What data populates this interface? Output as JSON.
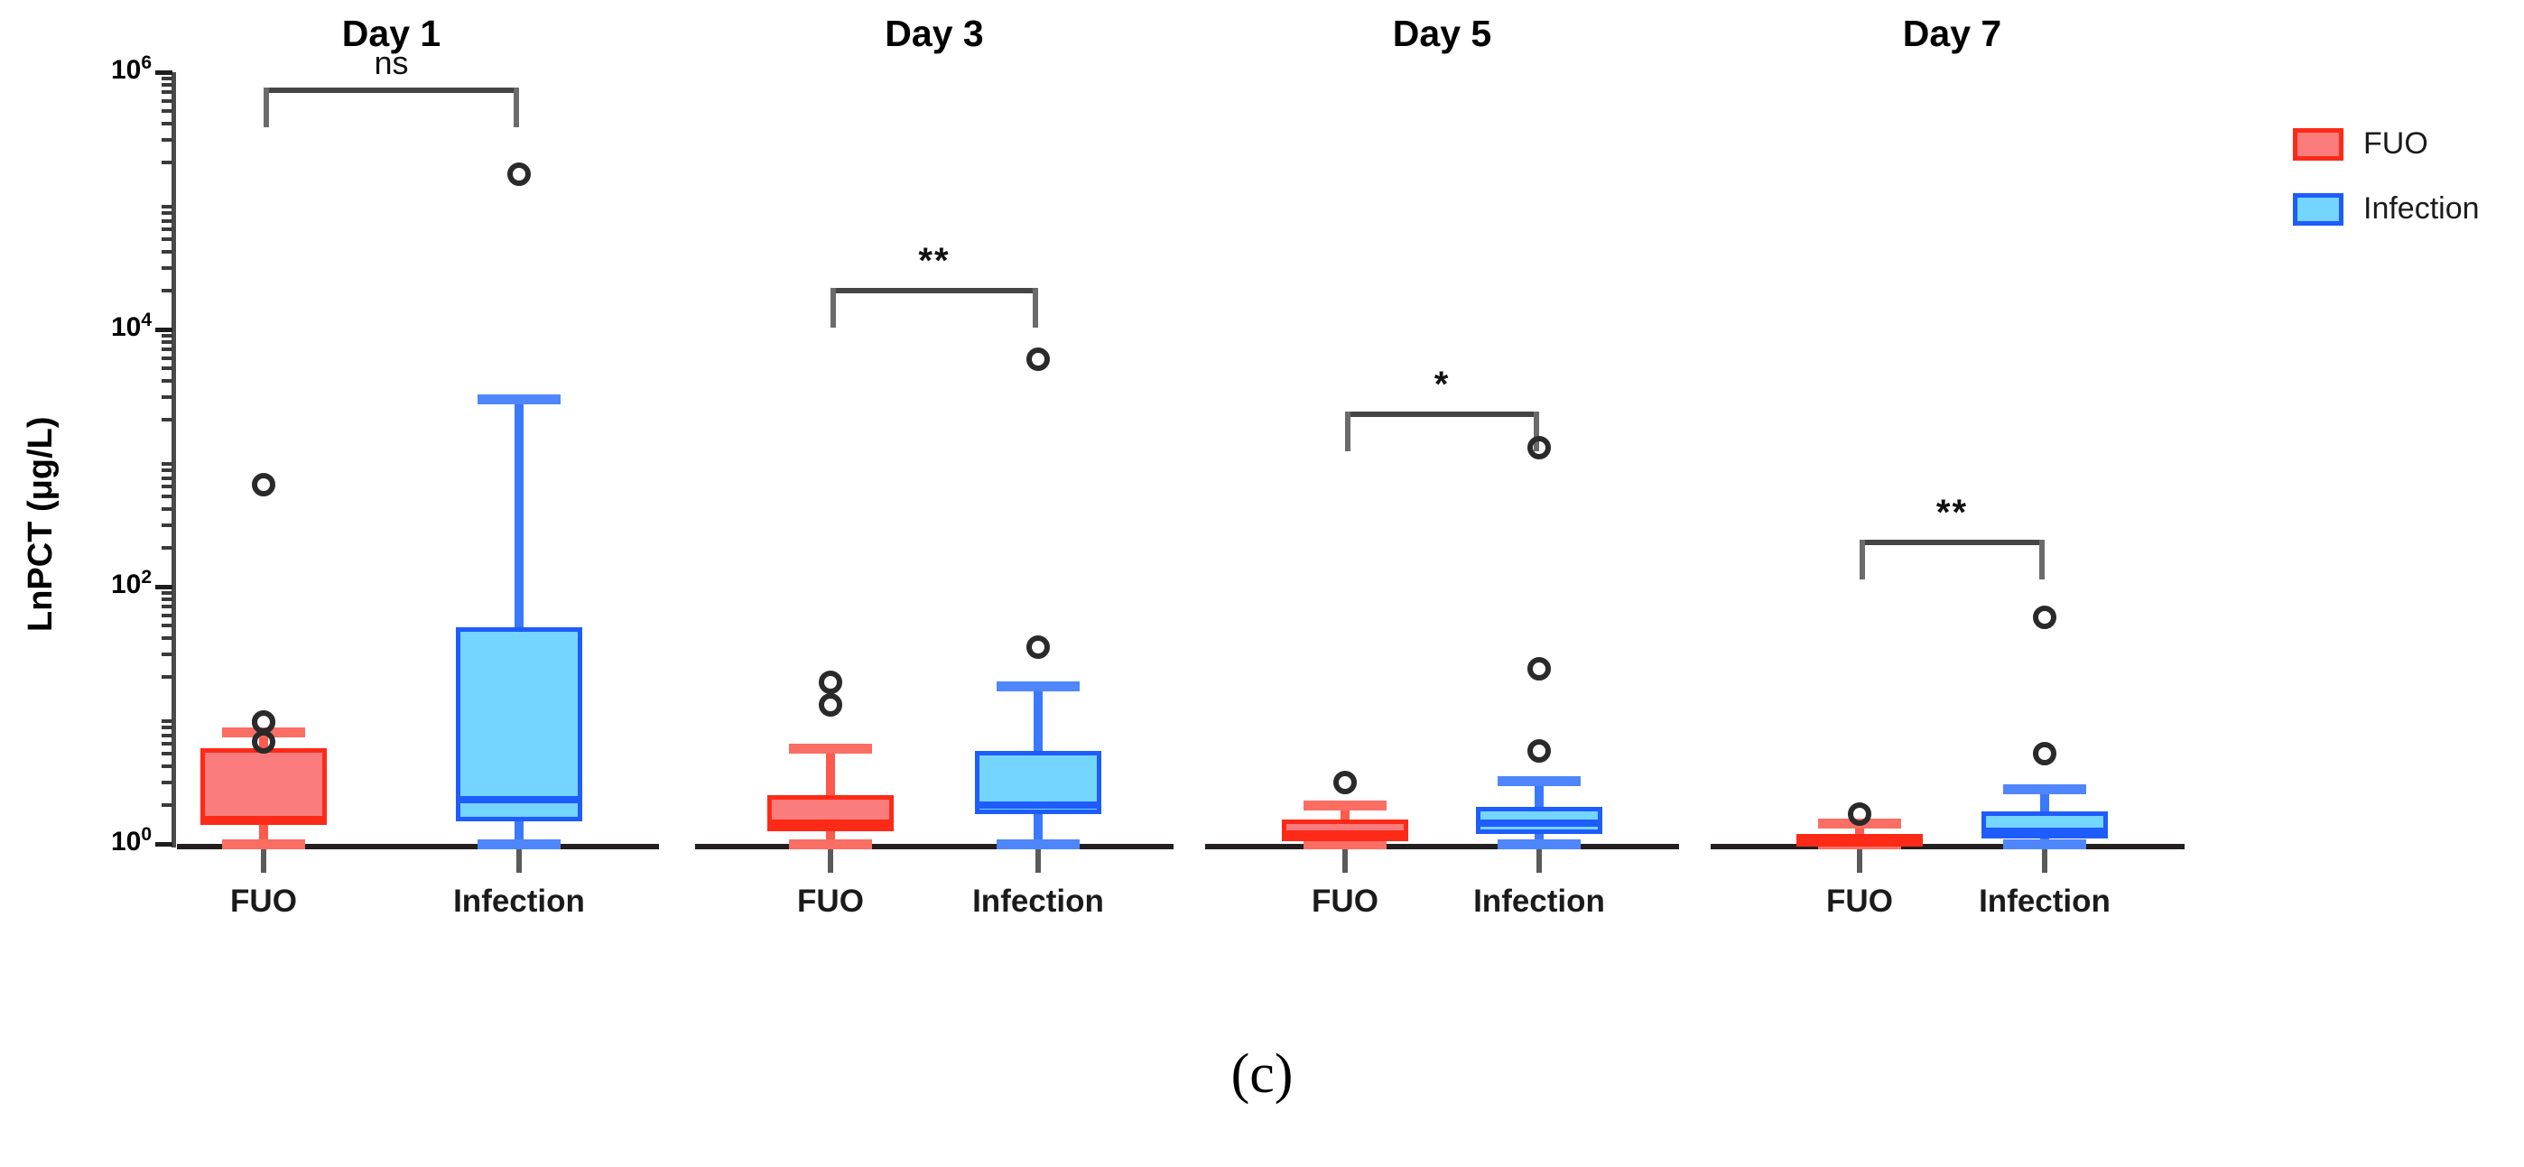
{
  "figure": {
    "caption": "(c)",
    "ylabel": "LnPCT (μg/L)"
  },
  "legend": {
    "position": "right",
    "items": [
      {
        "label": "FUO",
        "fill": "#fb7c7c",
        "stroke": "#fd2a18"
      },
      {
        "label": "Infection",
        "fill": "#74d5fe",
        "stroke": "#1e5cfb"
      }
    ]
  },
  "yaxis": {
    "scale": "log",
    "ticks": [
      {
        "label": "10",
        "exp": "0"
      },
      {
        "label": "10",
        "exp": "2"
      },
      {
        "label": "10",
        "exp": "4"
      },
      {
        "label": "10",
        "exp": "6"
      }
    ],
    "min": 1,
    "max": 1000000
  },
  "chart_data": {
    "type": "box",
    "title": "",
    "xlabel": "",
    "ylabel": "LnPCT (μg/L)",
    "yscale": "log",
    "ylim": [
      1,
      1000000
    ],
    "grid": false,
    "legend_position": "right",
    "panels": [
      {
        "title": "Day 1",
        "significance": "ns",
        "groups": [
          {
            "name": "FUO",
            "color": "#fb7c7c",
            "stroke": "#fd2a18",
            "q1": 1.4,
            "median": 1.55,
            "q3": 5.5,
            "whisker_low": 1.0,
            "whisker_high": 7.4,
            "outliers": [
              6.2,
              8.8,
              8.8,
              620
            ]
          },
          {
            "name": "Infection",
            "color": "#74d5fe",
            "stroke": "#1e5cfb",
            "q1": 1.5,
            "median": 2.2,
            "q3": 48,
            "whisker_low": 1.0,
            "whisker_high": 2900,
            "outliers": [
              160000
            ]
          }
        ]
      },
      {
        "title": "Day 3",
        "significance": "**",
        "groups": [
          {
            "name": "FUO",
            "color": "#fb7c7c",
            "stroke": "#fd2a18",
            "q1": 1.25,
            "median": 1.45,
            "q3": 2.4,
            "whisker_low": 1.0,
            "whisker_high": 5.5,
            "outliers": [
              12,
              18
            ]
          },
          {
            "name": "Infection",
            "color": "#74d5fe",
            "stroke": "#1e5cfb",
            "q1": 1.7,
            "median": 2.0,
            "q3": 5.3,
            "whisker_low": 1.0,
            "whisker_high": 17,
            "outliers": [
              34,
              5900
            ]
          }
        ]
      },
      {
        "title": "Day 5",
        "significance": "*",
        "groups": [
          {
            "name": "FUO",
            "color": "#fb7c7c",
            "stroke": "#fd2a18",
            "q1": 1.05,
            "median": 1.2,
            "q3": 1.55,
            "whisker_low": 1.0,
            "whisker_high": 2.0,
            "outliers": [
              3.0
            ]
          },
          {
            "name": "Infection",
            "color": "#74d5fe",
            "stroke": "#1e5cfb",
            "q1": 1.2,
            "median": 1.45,
            "q3": 1.95,
            "whisker_low": 1.0,
            "whisker_high": 3.1,
            "outliers": [
              5.3,
              23,
              1200
            ]
          }
        ]
      },
      {
        "title": "Day 7",
        "significance": "**",
        "groups": [
          {
            "name": "FUO",
            "color": "#fb7c7c",
            "stroke": "#fd2a18",
            "q1": 1.0,
            "median": 1.1,
            "q3": 1.2,
            "whisker_low": 1.0,
            "whisker_high": 1.45,
            "outliers": [
              1.7
            ]
          },
          {
            "name": "Infection",
            "color": "#74d5fe",
            "stroke": "#1e5cfb",
            "q1": 1.1,
            "median": 1.25,
            "q3": 1.8,
            "whisker_low": 1.0,
            "whisker_high": 2.7,
            "outliers": [
              5.0,
              58
            ]
          }
        ]
      }
    ]
  }
}
